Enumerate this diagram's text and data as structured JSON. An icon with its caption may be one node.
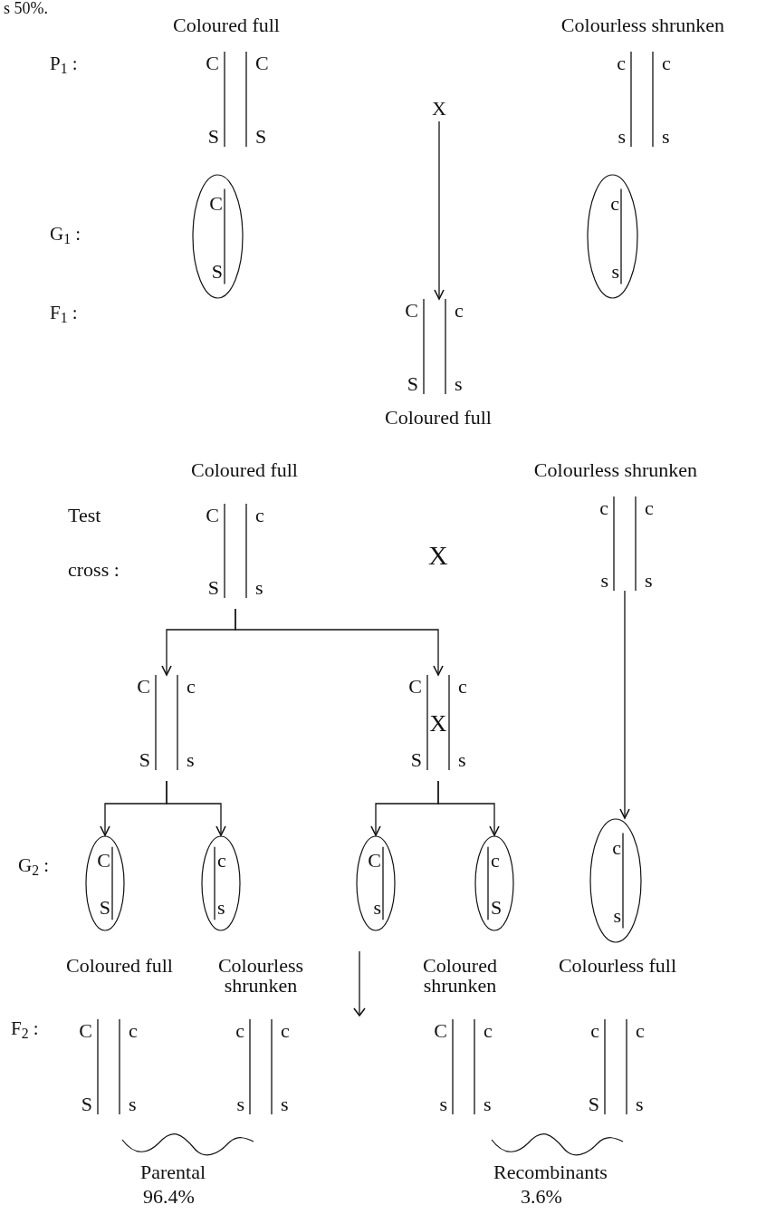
{
  "diagram": {
    "nodes": [
      {
        "text": [
          "C",
          "C",
          "S",
          "S"
        ],
        "beside": [
          "Coloured full"
        ]
      },
      {
        "text": [
          "c",
          "c",
          "s",
          "s"
        ],
        "beside": [
          "Colourless shrunken"
        ]
      },
      {
        "text": [
          "X"
        ]
      },
      {
        "text": [
          "C",
          "S"
        ]
      },
      {
        "text": [
          "c",
          "s"
        ]
      },
      {
        "text": [
          "C",
          "c",
          "S",
          "s"
        ],
        "beside": [
          "Coloured full"
        ]
      },
      {
        "text": [
          "C",
          "c",
          "S",
          "s"
        ],
        "beside": [
          "Coloured full"
        ]
      },
      {
        "text": [
          "c",
          "c",
          "s",
          "s"
        ],
        "beside": [
          "Colourless shrunken"
        ]
      },
      {
        "text": [
          "C",
          "c",
          "S",
          "s"
        ]
      },
      {
        "text": [
          "C",
          "c",
          "X",
          "S",
          "s"
        ]
      },
      {
        "text": [
          "C",
          "S"
        ]
      },
      {
        "text": [
          "c",
          "s"
        ]
      },
      {
        "text": [
          "C",
          "s"
        ]
      },
      {
        "text": [
          "c",
          "S"
        ]
      },
      {
        "text": [
          "c",
          "s"
        ]
      },
      {
        "text": [
          "C",
          "c",
          "S",
          "s"
        ]
      },
      {
        "text": [
          "c",
          "c",
          "s",
          "s"
        ]
      },
      {
        "text": [
          "C",
          "c",
          "s",
          "s"
        ]
      },
      {
        "text": [
          "c",
          "c",
          "S",
          "s"
        ]
      }
    ],
    "edges": [
      {
        "from": 2,
        "to": 5,
        "arrow": "to"
      },
      {
        "from": 6,
        "to": 8,
        "arrow": "to"
      },
      {
        "from": 6,
        "to": 9,
        "arrow": "to"
      },
      {
        "from": 8,
        "to": 10,
        "arrow": "to"
      },
      {
        "from": 8,
        "to": 11,
        "arrow": "to"
      },
      {
        "from": 9,
        "to": 12,
        "arrow": "to"
      },
      {
        "from": 9,
        "to": 13,
        "arrow": "to"
      },
      {
        "from": 7,
        "to": 14,
        "arrow": "to"
      }
    ],
    "labels": [
      "s 50%.",
      "P$_{1}$ :",
      "G$_{1}$ :",
      "F$_{1}$ :",
      "Test",
      "cross :",
      "X",
      "G$_{2}$ :",
      "Coloured full",
      "Colourless shrunken",
      "Coloured shrunken",
      "Colourless full",
      "F$_{2}$ :",
      "Parental",
      "96.4%",
      "Recombinants",
      "3.6%"
    ]
  }
}
